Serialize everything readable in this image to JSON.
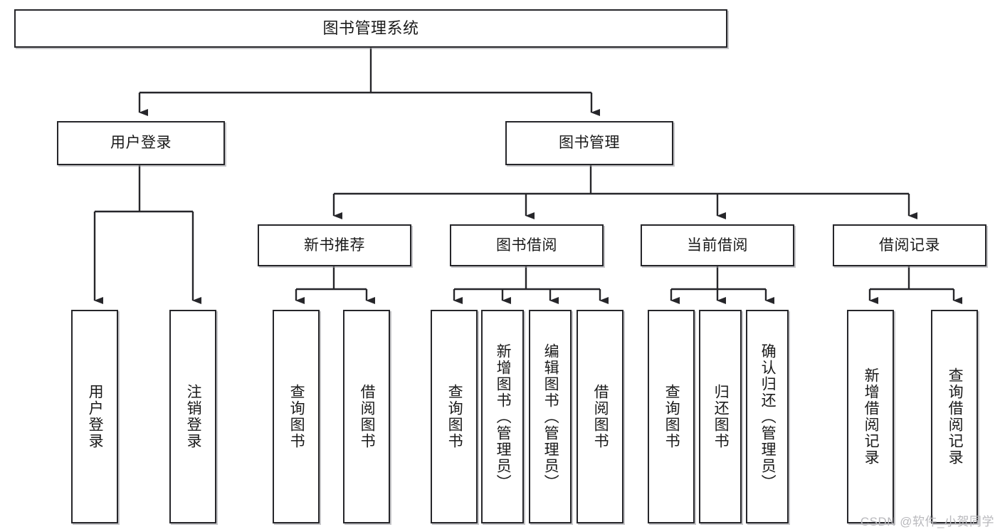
{
  "diagram": {
    "title": "图书管理系统",
    "type": "hierarchy-tree",
    "watermark": "CSDN @软件_小贺同学",
    "colors": {
      "background": "#ffffff",
      "node_fill": "#ffffff",
      "node_border": "#26262a",
      "connector": "#26262a",
      "watermark": "#b9b9bd"
    },
    "nodes": {
      "root": "图书管理系统",
      "level2": {
        "user_login": "用户登录",
        "book_manage": "图书管理"
      },
      "level3": {
        "new_book_rec": "新书推荐",
        "book_borrow": "图书借阅",
        "current_borrow": "当前借阅",
        "borrow_record": "借阅记录"
      },
      "leaves": {
        "login_1": "用户登录",
        "login_2": "注销登录",
        "rec_1": "查询图书",
        "rec_2": "借阅图书",
        "borrow_1": "查询图书",
        "borrow_2": "新增图书（管理员）",
        "borrow_3": "编辑图书（管理员）",
        "borrow_4": "借阅图书",
        "current_1": "查询图书",
        "current_2": "归还图书",
        "current_3": "确认归还（管理员）",
        "record_1": "新增借阅记录",
        "record_2": "查询借阅记录"
      }
    }
  }
}
